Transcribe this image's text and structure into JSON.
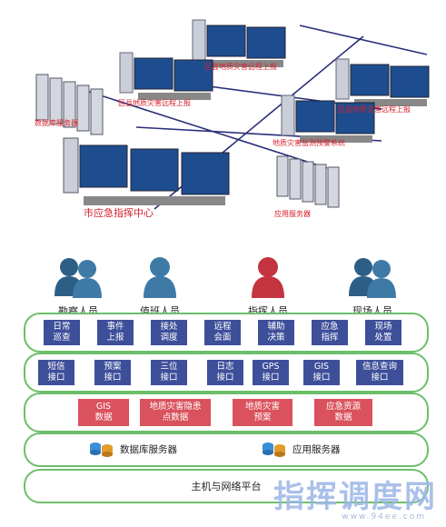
{
  "network": {
    "labels": {
      "district_top": "区县地质灾害远程上报",
      "district_left": "区县地质灾害远程上报",
      "district_right": "区县地质灾害远程上报",
      "district_mid": "地质灾害监测预警系统",
      "db_servers": "数据库服务器",
      "app_servers": "应用服务器",
      "city_center": "市应急指挥中心"
    }
  },
  "roles": [
    "勘察人员",
    "值班人员",
    "指挥人员",
    "现场人员"
  ],
  "layer1": [
    "日常\n巡查",
    "事件\n上报",
    "接处\n调度",
    "远程\n会面",
    "辅助\n决策",
    "应急\n指挥",
    "现场\n处置"
  ],
  "layer2": [
    "短信\n接口",
    "预案\n接口",
    "三位\n接口",
    "日志\n接口",
    "GPS\n接口",
    "GIS\n接口",
    "信息查询\n接口"
  ],
  "layer3": [
    "GIS\n数据",
    "地质灾害隐患\n点数据",
    "地质灾害\n预案",
    "应急资源\n数据"
  ],
  "layer4": {
    "db": "数据库服务器",
    "app": "应用服务器"
  },
  "layer5": {
    "title": "主机与网络平台"
  },
  "watermark": {
    "text": "指挥调度网",
    "url": "www.94ee.com"
  },
  "colors": {
    "blue_box": "#3e4f9a",
    "red_box": "#d9525d",
    "layer_border": "#6cbf6a",
    "label_red": "#d6202a"
  }
}
